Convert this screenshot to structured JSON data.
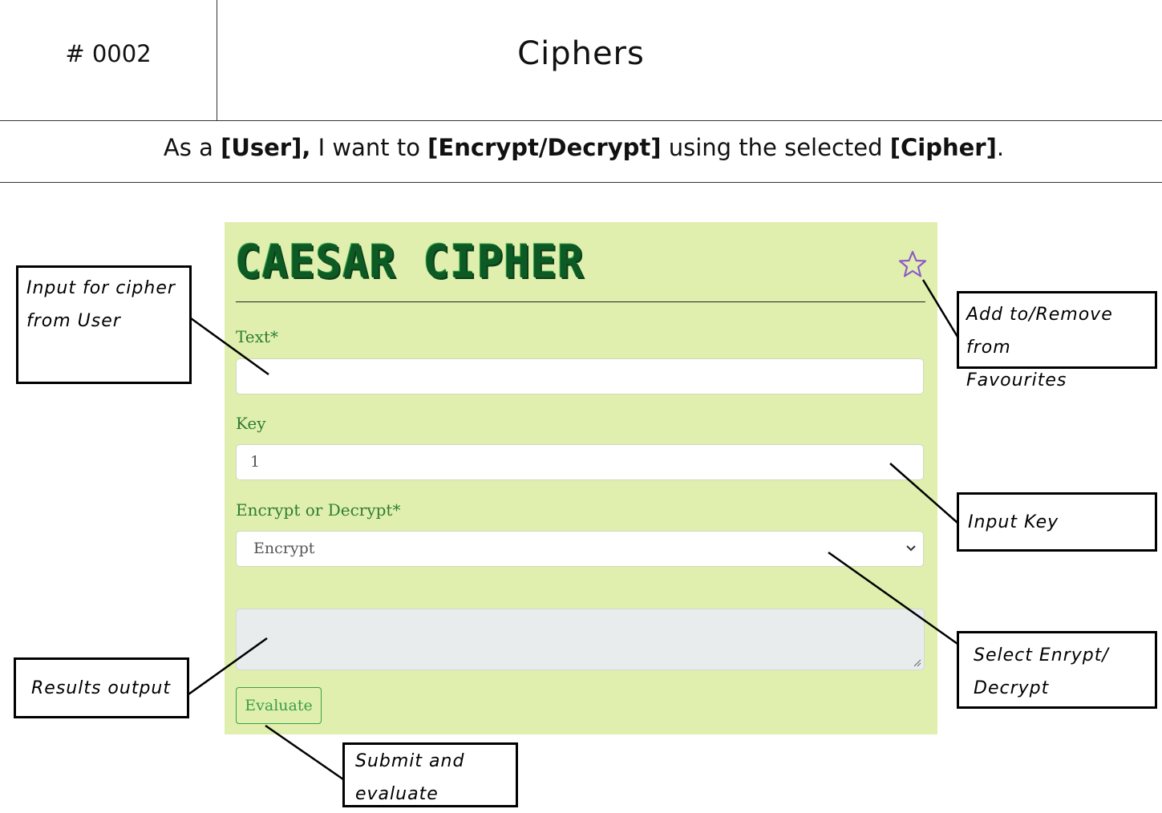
{
  "header": {
    "id": "# 0002",
    "title": "Ciphers"
  },
  "story": {
    "prefix": "As a ",
    "role": "[User],",
    "mid": " I want to ",
    "action": "[Encrypt/Decrypt]",
    "suffix": " using the selected ",
    "object": "[Cipher]",
    "end": "."
  },
  "panel": {
    "title": "CAESAR CIPHER",
    "text_label": "Text*",
    "text_value": "",
    "key_label": "Key",
    "key_value": "1",
    "mode_label": "Encrypt or Decrypt*",
    "mode_value": "Encrypt",
    "result_value": "",
    "evaluate_label": "Evaluate",
    "colors": {
      "panel_bg": "#e0efae",
      "title": "#0e5a24",
      "label": "#2e7d33",
      "star": "#8e5ac8"
    }
  },
  "annotations": {
    "input_text": "Input for cipher\nfrom User",
    "favourites": "Add to/Remove from\nFavourites",
    "input_key": "Input Key",
    "select_mode": "Select Enrypt/\nDecrypt",
    "results": "Results output",
    "submit": "Submit and\nevaluate"
  }
}
